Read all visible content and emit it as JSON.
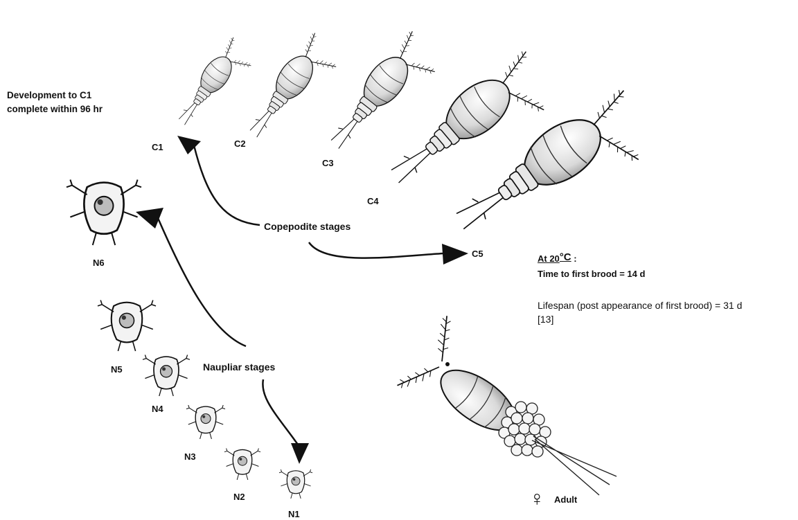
{
  "development_note": {
    "line1": "Development to C1",
    "line2": "complete  within 96 hr"
  },
  "copepodite_stages": {
    "title": "Copepodite stages",
    "labels": [
      "C1",
      "C2",
      "C3",
      "C4",
      "C5"
    ]
  },
  "naupliar_stages": {
    "title": "Naupliar stages",
    "labels": [
      "N1",
      "N2",
      "N3",
      "N4",
      "N5",
      "N6"
    ]
  },
  "info": {
    "temperature": "At 20",
    "temperature_unit": "°C",
    "colon": " :",
    "first_brood": "Time to first brood  = 14 d",
    "lifespan": "Lifespan (post appearance of first brood) = 31 d",
    "reference": "[13]"
  },
  "adult": {
    "symbol": "♀",
    "label": "Adult"
  }
}
